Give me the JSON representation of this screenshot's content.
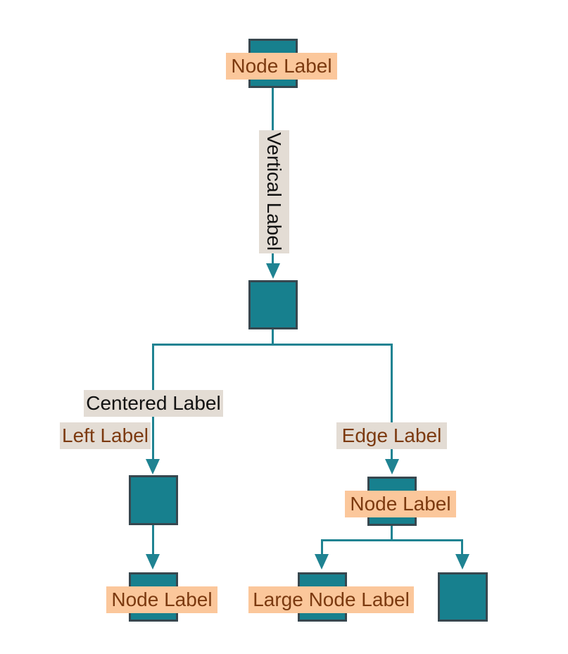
{
  "diagram_type": "flowchart-tree",
  "colors": {
    "background": "#ffffff",
    "node_fill": "#17808e",
    "node_border": "#37474f",
    "edge": "#1f8392",
    "node_label_bg": "#fbc79b",
    "node_label_text": "#7c3a10",
    "edge_label_bg": "#e3dcd4",
    "edge_label_text": "#111111",
    "edge_label_text_alt": "#7c3a10"
  },
  "labels": {
    "root_node": "Node Label",
    "vertical_edge": "Vertical Label",
    "centered_edge": "Centered Label",
    "left_edge": "Left Label",
    "right_edge": "Edge Label",
    "right_child_node": "Node Label",
    "left_leaf_node": "Node Label",
    "large_leaf_node": "Large Node Label"
  },
  "graph": {
    "nodes": [
      {
        "id": "root",
        "shape": "square",
        "label": "Node Label"
      },
      {
        "id": "hub",
        "shape": "square",
        "label": ""
      },
      {
        "id": "left-child",
        "shape": "square",
        "label": ""
      },
      {
        "id": "left-leaf",
        "shape": "square",
        "label": "Node Label"
      },
      {
        "id": "right-child",
        "shape": "square",
        "label": "Node Label"
      },
      {
        "id": "large-leaf",
        "shape": "square",
        "label": "Large Node Label"
      },
      {
        "id": "plain-leaf",
        "shape": "square",
        "label": ""
      }
    ],
    "edges": [
      {
        "from": "root",
        "to": "hub",
        "labels": [
          "Vertical Label"
        ],
        "label_orientation": "vertical"
      },
      {
        "from": "hub",
        "to": "left-child",
        "labels": [
          "Centered Label",
          "Left Label"
        ]
      },
      {
        "from": "hub",
        "to": "right-child",
        "labels": [
          "Edge Label"
        ]
      },
      {
        "from": "left-child",
        "to": "left-leaf",
        "labels": []
      },
      {
        "from": "right-child",
        "to": "large-leaf",
        "labels": []
      },
      {
        "from": "right-child",
        "to": "plain-leaf",
        "labels": []
      }
    ]
  }
}
